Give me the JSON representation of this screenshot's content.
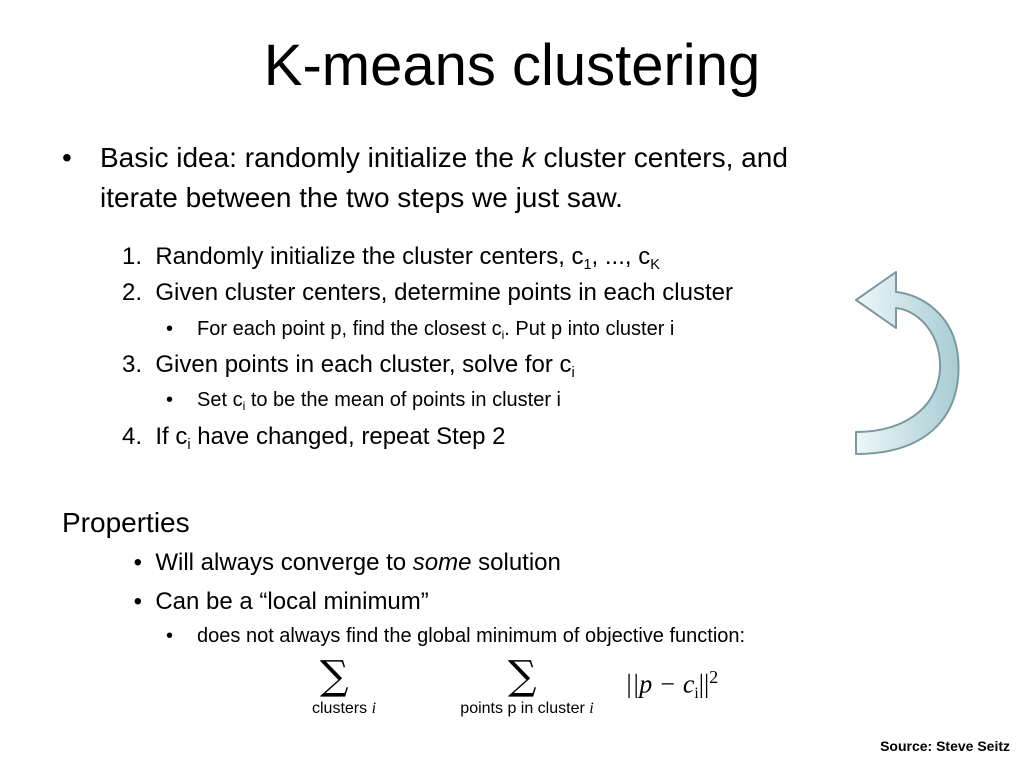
{
  "title": "K-means clustering",
  "intro": {
    "bullet": "•",
    "pre": "Basic idea: randomly initialize the ",
    "k": "k",
    "post1": " cluster centers, and",
    "post2": "iterate between the two steps we just saw."
  },
  "steps": [
    {
      "num": "1.",
      "text": "Randomly initialize the cluster centers, c",
      "sub1": "1",
      "mid": ", ..., c",
      "sub2": "K"
    },
    {
      "num": "2.",
      "text": "Given cluster centers, determine points in each cluster"
    },
    {
      "num": "3.",
      "text": "Given points in each cluster, solve for c",
      "sub": "i"
    },
    {
      "num": "4.",
      "pre": "If c",
      "sub": "i",
      "post": " have changed, repeat Step 2"
    }
  ],
  "sub_bullets": {
    "step2": {
      "pre": "For each point p, find the closest c",
      "sub": "i",
      "post": ".  Put p into cluster i"
    },
    "step3": {
      "pre": "Set c",
      "sub": "i",
      "post": " to be the mean of points in cluster i"
    }
  },
  "properties": {
    "heading": "Properties",
    "items": [
      {
        "pre": "Will always converge to ",
        "em": "some",
        "post": " solution"
      },
      {
        "text": "Can be a “local minimum”"
      }
    ],
    "sub_item": "does not always find the global minimum of objective function:"
  },
  "formula": {
    "sum_symbol": "∑",
    "under1_text": "clusters ",
    "under1_var": "i",
    "under2_text": "points p in cluster ",
    "under2_var": "i",
    "norm": "||p − c",
    "norm_sub": "i",
    "norm_end": "||",
    "exp": "2"
  },
  "source": "Source: Steve Seitz",
  "colors": {
    "arrow_fill_light": "#e8f4f6",
    "arrow_fill_dark": "#9cc7cf",
    "arrow_stroke": "#7a9a9f"
  }
}
